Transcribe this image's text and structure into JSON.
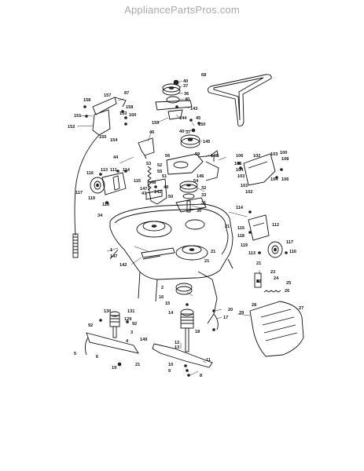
{
  "watermark": "AppliancePartsPros.com",
  "diagram": {
    "callouts": [
      {
        "id": "c68",
        "label": "68"
      },
      {
        "id": "c40a",
        "label": "40"
      },
      {
        "id": "c37a",
        "label": "37"
      },
      {
        "id": "c36",
        "label": "36"
      },
      {
        "id": "c40b",
        "label": "40"
      },
      {
        "id": "c143",
        "label": "143"
      },
      {
        "id": "c144",
        "label": "144"
      },
      {
        "id": "c45",
        "label": "45"
      },
      {
        "id": "c159",
        "label": "159"
      },
      {
        "id": "c150",
        "label": "150"
      },
      {
        "id": "c40c",
        "label": "40"
      },
      {
        "id": "c37b",
        "label": "37"
      },
      {
        "id": "c145",
        "label": "145"
      },
      {
        "id": "c157",
        "label": "157"
      },
      {
        "id": "c87",
        "label": "87"
      },
      {
        "id": "c158a",
        "label": "158"
      },
      {
        "id": "c158b",
        "label": "158"
      },
      {
        "id": "c153",
        "label": "153"
      },
      {
        "id": "c160",
        "label": "160"
      },
      {
        "id": "c151",
        "label": "151"
      },
      {
        "id": "c152",
        "label": "152"
      },
      {
        "id": "c155",
        "label": "155"
      },
      {
        "id": "c154",
        "label": "154"
      },
      {
        "id": "c46",
        "label": "46"
      },
      {
        "id": "c44",
        "label": "44"
      },
      {
        "id": "c56",
        "label": "56"
      },
      {
        "id": "c59",
        "label": "59"
      },
      {
        "id": "c148",
        "label": "148"
      },
      {
        "id": "c53",
        "label": "53"
      },
      {
        "id": "c52",
        "label": "52"
      },
      {
        "id": "c55",
        "label": "55"
      },
      {
        "id": "c146",
        "label": "146"
      },
      {
        "id": "c51",
        "label": "51"
      },
      {
        "id": "c54",
        "label": "54"
      },
      {
        "id": "c32",
        "label": "32"
      },
      {
        "id": "c33",
        "label": "33"
      },
      {
        "id": "c31",
        "label": "31"
      },
      {
        "id": "c30",
        "label": "30"
      },
      {
        "id": "c48",
        "label": "48"
      },
      {
        "id": "c47",
        "label": "47"
      },
      {
        "id": "c49",
        "label": "49"
      },
      {
        "id": "c50",
        "label": "50"
      },
      {
        "id": "c116a",
        "label": "116"
      },
      {
        "id": "c113a",
        "label": "113"
      },
      {
        "id": "c111",
        "label": "111"
      },
      {
        "id": "c114a",
        "label": "114"
      },
      {
        "id": "c115a",
        "label": "115"
      },
      {
        "id": "c117a",
        "label": "117"
      },
      {
        "id": "c119a",
        "label": "119"
      },
      {
        "id": "c118a",
        "label": "118"
      },
      {
        "id": "c147a",
        "label": "147"
      },
      {
        "id": "c142a",
        "label": "142"
      },
      {
        "id": "c34",
        "label": "34"
      },
      {
        "id": "c1",
        "label": "1"
      },
      {
        "id": "c147b",
        "label": "147"
      },
      {
        "id": "c142b",
        "label": "142"
      },
      {
        "id": "c2",
        "label": "2"
      },
      {
        "id": "c21a",
        "label": "21"
      },
      {
        "id": "c21b",
        "label": "21"
      },
      {
        "id": "c21c",
        "label": "21"
      },
      {
        "id": "c16",
        "label": "16"
      },
      {
        "id": "c106a",
        "label": "106"
      },
      {
        "id": "c105",
        "label": "105"
      },
      {
        "id": "c104a",
        "label": "104"
      },
      {
        "id": "c103a",
        "label": "103"
      },
      {
        "id": "c102a",
        "label": "102"
      },
      {
        "id": "c103b",
        "label": "103"
      },
      {
        "id": "c100",
        "label": "100"
      },
      {
        "id": "c108",
        "label": "108"
      },
      {
        "id": "c104b",
        "label": "104"
      },
      {
        "id": "c106b",
        "label": "106"
      },
      {
        "id": "c101",
        "label": "101"
      },
      {
        "id": "c102b",
        "label": "102"
      },
      {
        "id": "c114b",
        "label": "114"
      },
      {
        "id": "c112",
        "label": "112"
      },
      {
        "id": "c115b",
        "label": "115"
      },
      {
        "id": "c118b",
        "label": "118"
      },
      {
        "id": "c117b",
        "label": "117"
      },
      {
        "id": "c119b",
        "label": "119"
      },
      {
        "id": "c116b",
        "label": "116"
      },
      {
        "id": "c113b",
        "label": "113"
      },
      {
        "id": "c21d",
        "label": "21"
      },
      {
        "id": "c23",
        "label": "23"
      },
      {
        "id": "c24",
        "label": "24"
      },
      {
        "id": "c22",
        "label": "22"
      },
      {
        "id": "c25",
        "label": "25"
      },
      {
        "id": "c26",
        "label": "26"
      },
      {
        "id": "c28",
        "label": "28"
      },
      {
        "id": "c27",
        "label": "27"
      },
      {
        "id": "c29",
        "label": "29"
      },
      {
        "id": "c130",
        "label": "130"
      },
      {
        "id": "c131",
        "label": "131"
      },
      {
        "id": "c129",
        "label": "129"
      },
      {
        "id": "c92a",
        "label": "92"
      },
      {
        "id": "c92b",
        "label": "92"
      },
      {
        "id": "c3",
        "label": "3"
      },
      {
        "id": "c4",
        "label": "4"
      },
      {
        "id": "c149",
        "label": "149"
      },
      {
        "id": "c5",
        "label": "5"
      },
      {
        "id": "c6",
        "label": "6"
      },
      {
        "id": "c19",
        "label": "19"
      },
      {
        "id": "c21e",
        "label": "21"
      },
      {
        "id": "c14",
        "label": "14"
      },
      {
        "id": "c15",
        "label": "15"
      },
      {
        "id": "c12",
        "label": "12"
      },
      {
        "id": "c13",
        "label": "13"
      },
      {
        "id": "c18",
        "label": "18"
      },
      {
        "id": "c20",
        "label": "20"
      },
      {
        "id": "c17",
        "label": "17"
      },
      {
        "id": "c11",
        "label": "11"
      },
      {
        "id": "c10",
        "label": "10"
      },
      {
        "id": "c9",
        "label": "9"
      },
      {
        "id": "c8",
        "label": "8"
      }
    ]
  }
}
